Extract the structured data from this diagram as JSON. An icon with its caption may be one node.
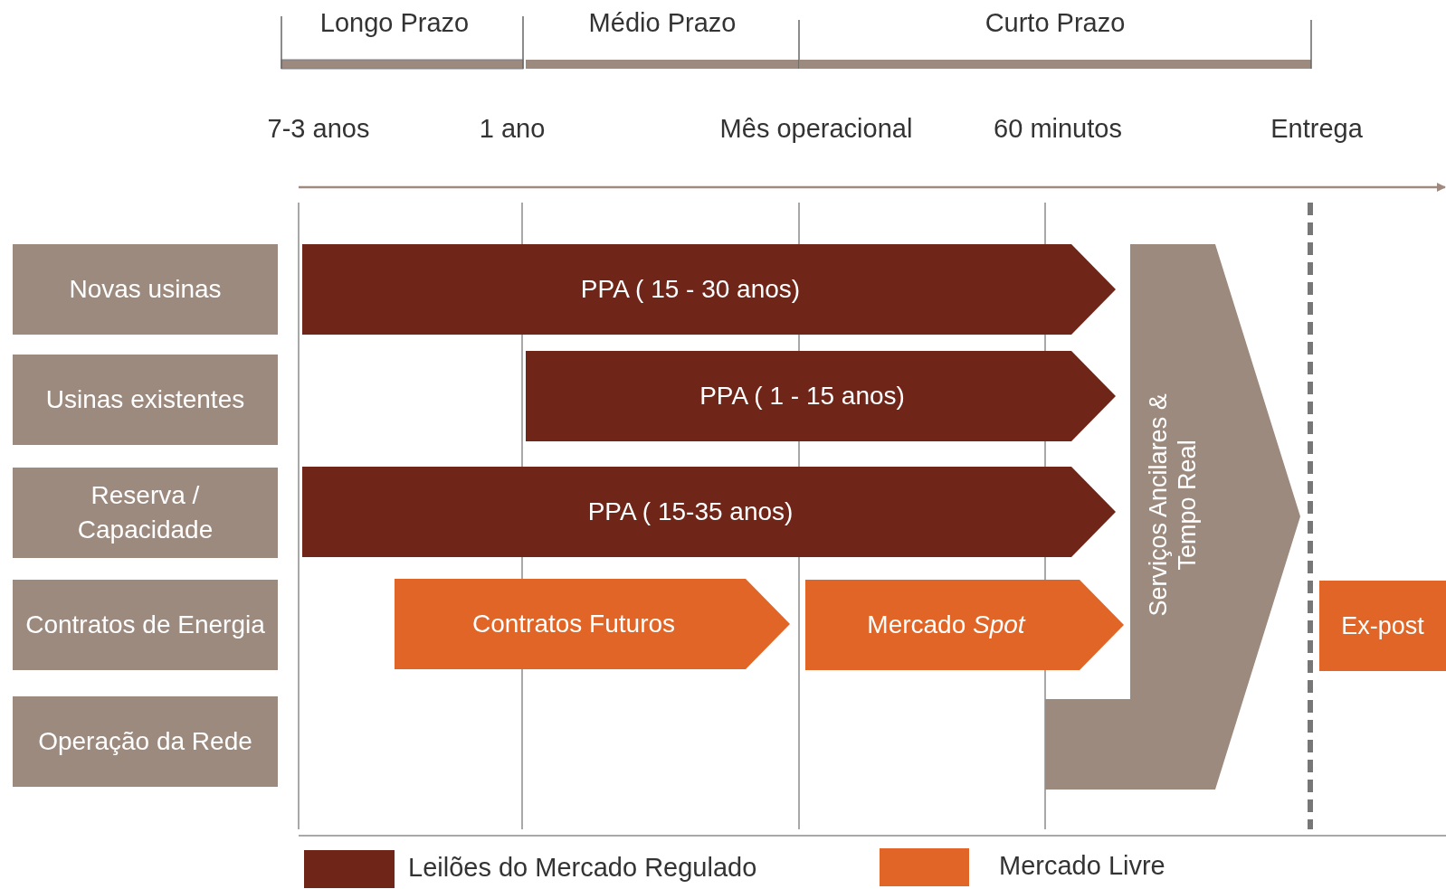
{
  "diagram": {
    "nodes": [
      {
        "text": [
          "Novas usinas"
        ]
      },
      {
        "text": [
          "Usinas existentes"
        ]
      },
      {
        "text": [
          "Reserva / Capacidade"
        ]
      },
      {
        "text": [
          "Contratos de Energia"
        ]
      },
      {
        "text": [
          "Operação da Rede"
        ]
      },
      {
        "text": [
          "PPA ( 15 - 30 anos)"
        ]
      },
      {
        "text": [
          "PPA ( 1 - 15 anos)"
        ]
      },
      {
        "text": [
          "PPA ( 15-35 anos)"
        ]
      },
      {
        "text": [
          "Contratos Futuros"
        ]
      },
      {
        "text": [
          "Mercado *Spot*"
        ]
      },
      {
        "text": [
          "Serviços Ancilares & Tempo Real"
        ]
      },
      {
        "text": [
          "Ex-post"
        ]
      }
    ],
    "labels": [
      "Longo Prazo",
      "Médio Prazo",
      "Curto Prazo",
      "7-3 anos",
      "1 ano",
      "Mês operacional",
      "60 minutos",
      "Entrega"
    ],
    "legend": [
      {
        "text": "Leilões do Mercado Regulado",
        "color": "#6f2619"
      },
      {
        "text": "Mercado Livre",
        "color": "#e06526"
      }
    ]
  }
}
